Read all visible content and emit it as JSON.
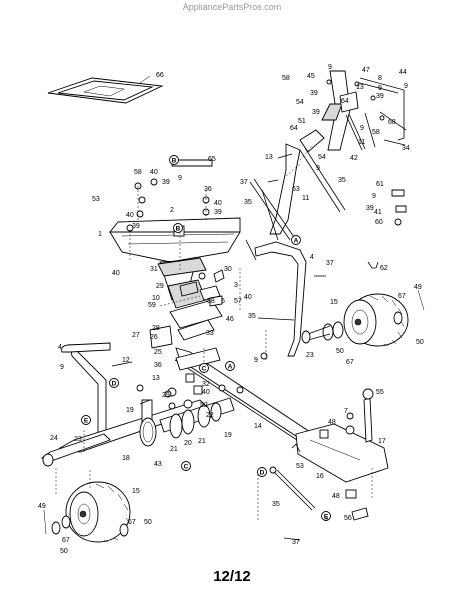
{
  "watermark": "AppliancePartsPros.com",
  "page_number": "12/12",
  "reference_letters": [
    "A",
    "B",
    "C",
    "D",
    "E"
  ],
  "callouts": [
    {
      "id": "c66",
      "text": "66"
    },
    {
      "id": "c9a",
      "text": "9"
    },
    {
      "id": "c47",
      "text": "47"
    },
    {
      "id": "c44",
      "text": "44"
    },
    {
      "id": "c58a",
      "text": "58"
    },
    {
      "id": "c45",
      "text": "45"
    },
    {
      "id": "c39a",
      "text": "39"
    },
    {
      "id": "c8",
      "text": "8"
    },
    {
      "id": "c13a",
      "text": "13"
    },
    {
      "id": "c9b",
      "text": "9"
    },
    {
      "id": "c9c",
      "text": "9"
    },
    {
      "id": "c54a",
      "text": "54"
    },
    {
      "id": "c39b",
      "text": "39"
    },
    {
      "id": "c64a",
      "text": "64"
    },
    {
      "id": "c39c",
      "text": "39"
    },
    {
      "id": "c51",
      "text": "51"
    },
    {
      "id": "c64b",
      "text": "64"
    },
    {
      "id": "c58b",
      "text": "58"
    },
    {
      "id": "c68",
      "text": "68"
    },
    {
      "id": "c11a",
      "text": "11"
    },
    {
      "id": "c9d",
      "text": "9"
    },
    {
      "id": "c42",
      "text": "42"
    },
    {
      "id": "c34",
      "text": "34"
    },
    {
      "id": "c13b",
      "text": "13"
    },
    {
      "id": "c54b",
      "text": "54"
    },
    {
      "id": "c9e",
      "text": "9"
    },
    {
      "id": "c65",
      "text": "65"
    },
    {
      "id": "c58c",
      "text": "58"
    },
    {
      "id": "c40a",
      "text": "40"
    },
    {
      "id": "c39d",
      "text": "39"
    },
    {
      "id": "c9f",
      "text": "9"
    },
    {
      "id": "c37a",
      "text": "37"
    },
    {
      "id": "c35a",
      "text": "35"
    },
    {
      "id": "c63",
      "text": "63"
    },
    {
      "id": "c61",
      "text": "61"
    },
    {
      "id": "c53a",
      "text": "53"
    },
    {
      "id": "c36a",
      "text": "36"
    },
    {
      "id": "c40b",
      "text": "40"
    },
    {
      "id": "c39e",
      "text": "39"
    },
    {
      "id": "c11b",
      "text": "11"
    },
    {
      "id": "c40c",
      "text": "40"
    },
    {
      "id": "c39f",
      "text": "39"
    },
    {
      "id": "c35b",
      "text": "35"
    },
    {
      "id": "c9g",
      "text": "9"
    },
    {
      "id": "c39g",
      "text": "39"
    },
    {
      "id": "c41",
      "text": "41"
    },
    {
      "id": "c2",
      "text": "2"
    },
    {
      "id": "c60",
      "text": "60"
    },
    {
      "id": "c1",
      "text": "1"
    },
    {
      "id": "c4a",
      "text": "4"
    },
    {
      "id": "c37b",
      "text": "37"
    },
    {
      "id": "c62",
      "text": "62"
    },
    {
      "id": "c40d",
      "text": "40"
    },
    {
      "id": "c31",
      "text": "31"
    },
    {
      "id": "c30",
      "text": "30"
    },
    {
      "id": "c29a",
      "text": "29"
    },
    {
      "id": "c3",
      "text": "3"
    },
    {
      "id": "c40e",
      "text": "40"
    },
    {
      "id": "c15a",
      "text": "15"
    },
    {
      "id": "c67a",
      "text": "67"
    },
    {
      "id": "c49a",
      "text": "49"
    },
    {
      "id": "c59",
      "text": "59"
    },
    {
      "id": "c58d",
      "text": "58"
    },
    {
      "id": "c6",
      "text": "6"
    },
    {
      "id": "c57",
      "text": "57"
    },
    {
      "id": "c10",
      "text": "10"
    },
    {
      "id": "c35c",
      "text": "35"
    },
    {
      "id": "c46",
      "text": "46"
    },
    {
      "id": "c28",
      "text": "28"
    },
    {
      "id": "c27",
      "text": "27"
    },
    {
      "id": "c26",
      "text": "26"
    },
    {
      "id": "c33",
      "text": "33"
    },
    {
      "id": "c50a",
      "text": "50"
    },
    {
      "id": "c4b",
      "text": "4"
    },
    {
      "id": "c25",
      "text": "25"
    },
    {
      "id": "c23a",
      "text": "23"
    },
    {
      "id": "c50b",
      "text": "50"
    },
    {
      "id": "c67b",
      "text": "67"
    },
    {
      "id": "c9h",
      "text": "9"
    },
    {
      "id": "c12",
      "text": "12"
    },
    {
      "id": "c36b",
      "text": "36"
    },
    {
      "id": "c13c",
      "text": "13"
    },
    {
      "id": "c9i",
      "text": "9"
    },
    {
      "id": "c32",
      "text": "32"
    },
    {
      "id": "c40f",
      "text": "40"
    },
    {
      "id": "c55",
      "text": "55"
    },
    {
      "id": "c29b",
      "text": "29"
    },
    {
      "id": "c52",
      "text": "52"
    },
    {
      "id": "c19",
      "text": "19"
    },
    {
      "id": "c7",
      "text": "7"
    },
    {
      "id": "c22",
      "text": "22"
    },
    {
      "id": "c48a",
      "text": "48"
    },
    {
      "id": "c17",
      "text": "17"
    },
    {
      "id": "c14",
      "text": "14"
    },
    {
      "id": "c20",
      "text": "20"
    },
    {
      "id": "c21a",
      "text": "21"
    },
    {
      "id": "c19b",
      "text": "19"
    },
    {
      "id": "c24",
      "text": "24"
    },
    {
      "id": "c23b",
      "text": "23"
    },
    {
      "id": "c21b",
      "text": "21"
    },
    {
      "id": "c18",
      "text": "18"
    },
    {
      "id": "c43",
      "text": "43"
    },
    {
      "id": "c53b",
      "text": "53"
    },
    {
      "id": "c16",
      "text": "16"
    },
    {
      "id": "c49b",
      "text": "49"
    },
    {
      "id": "c15b",
      "text": "15"
    },
    {
      "id": "c48b",
      "text": "48"
    },
    {
      "id": "c67c",
      "text": "67"
    },
    {
      "id": "c50c",
      "text": "50"
    },
    {
      "id": "c35d",
      "text": "35"
    },
    {
      "id": "c9j",
      "text": "9"
    },
    {
      "id": "c56",
      "text": "56"
    },
    {
      "id": "c67d",
      "text": "67"
    },
    {
      "id": "c50d",
      "text": "50"
    },
    {
      "id": "c37c",
      "text": "37"
    }
  ]
}
